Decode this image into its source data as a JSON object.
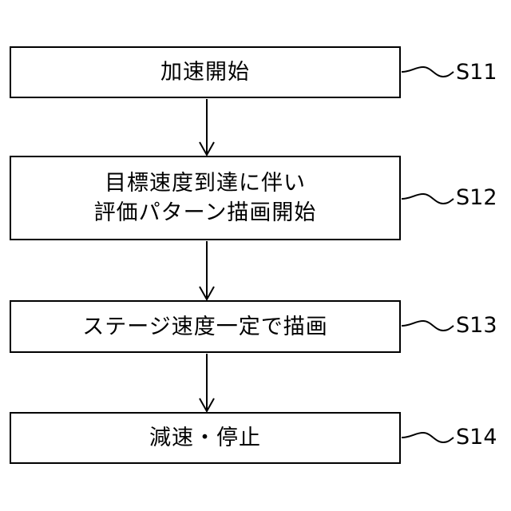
{
  "steps": [
    {
      "id": "S11",
      "lines": [
        "加速開始"
      ]
    },
    {
      "id": "S12",
      "lines": [
        "目標速度到達に伴い",
        "評価パターン描画開始"
      ]
    },
    {
      "id": "S13",
      "lines": [
        "ステージ速度一定で描画"
      ]
    },
    {
      "id": "S14",
      "lines": [
        "減速・停止"
      ]
    }
  ],
  "colors": {
    "stroke": "#000000",
    "background": "#ffffff"
  }
}
